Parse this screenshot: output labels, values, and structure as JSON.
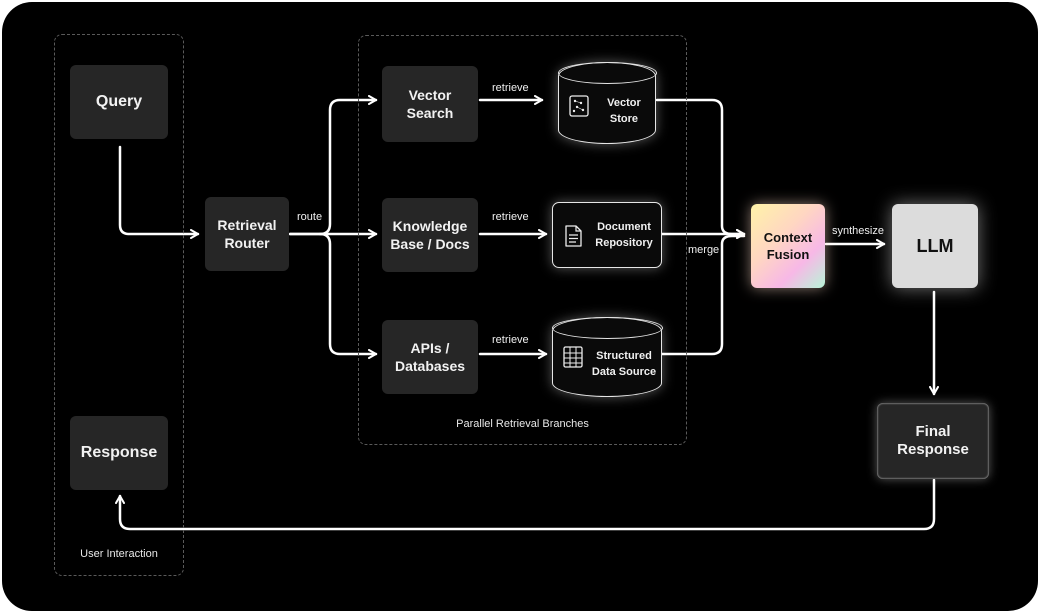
{
  "groups": {
    "user_interaction": "User Interaction",
    "parallel_retrieval": "Parallel Retrieval Branches"
  },
  "nodes": {
    "query": "Query",
    "response": "Response",
    "retrieval_router": "Retrieval\nRouter",
    "vector_search": "Vector\nSearch",
    "knowledge_base": "Knowledge\nBase / Docs",
    "apis_databases": "APIs /\nDatabases",
    "vector_store": "Vector\nStore",
    "document_repository": "Document\nRepository",
    "structured_data_source": "Structured\nData Source",
    "context_fusion": "Context\nFusion",
    "llm": "LLM",
    "final_response": "Final\nResponse"
  },
  "edge_labels": {
    "route": "route",
    "retrieve_1": "retrieve",
    "retrieve_2": "retrieve",
    "retrieve_3": "retrieve",
    "merge": "merge",
    "synthesize": "synthesize"
  },
  "colors": {
    "background": "#000000",
    "node": "#262626",
    "line": "#ffffff",
    "llm": "#dcdcdc"
  }
}
